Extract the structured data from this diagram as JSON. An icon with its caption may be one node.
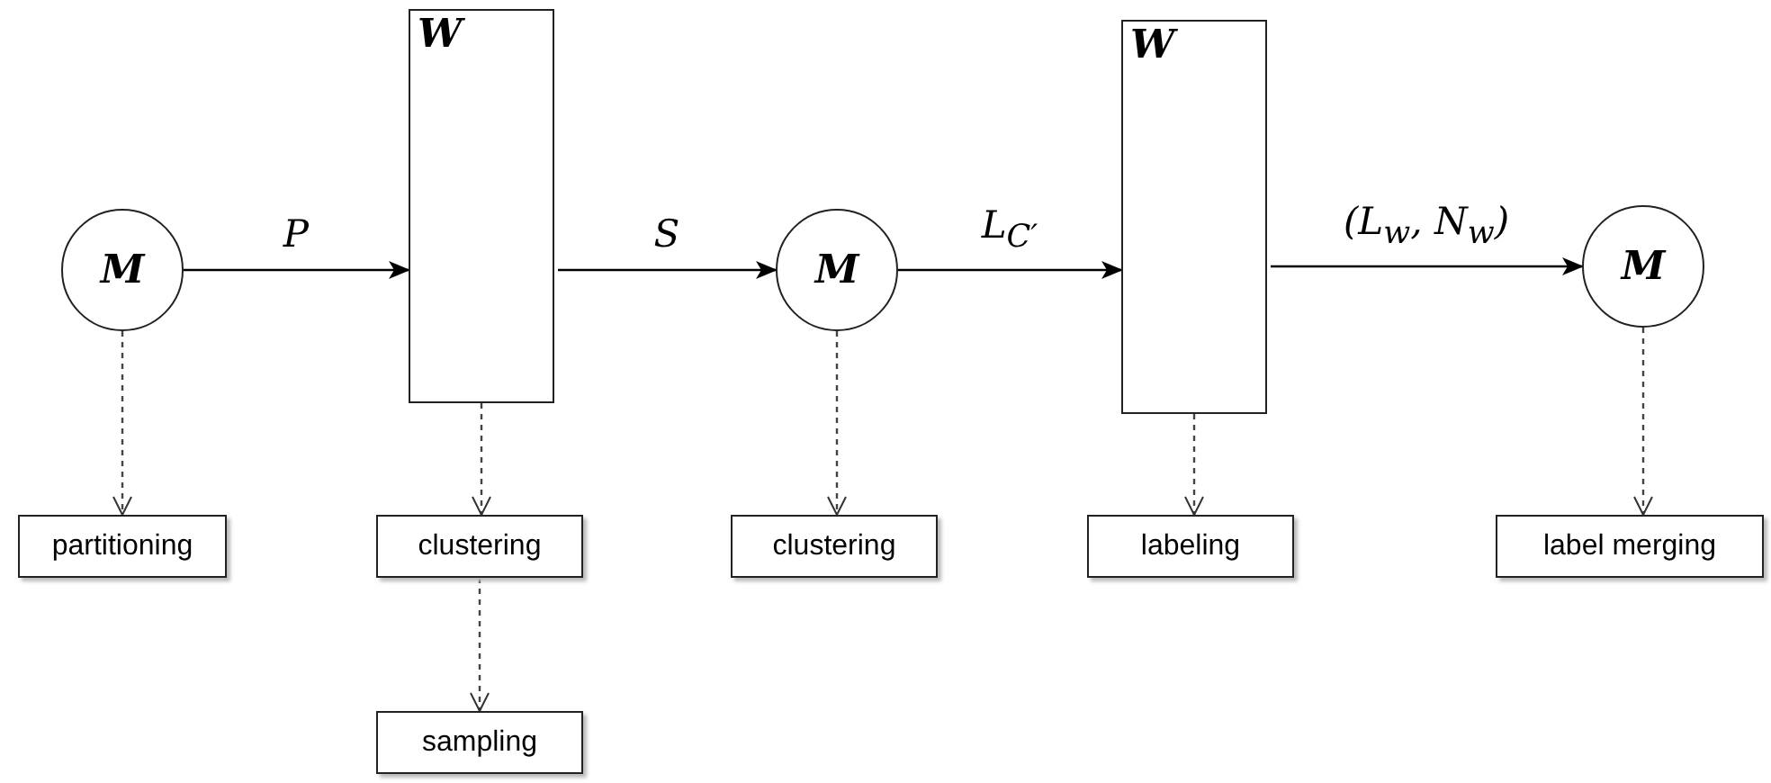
{
  "diagram": {
    "nodes": [
      {
        "text": [
          "M"
        ]
      },
      {
        "text": [
          "W"
        ]
      },
      {
        "text": [
          "M"
        ]
      },
      {
        "text": [
          "W"
        ]
      },
      {
        "text": [
          "M"
        ]
      },
      {
        "text": [
          "partitioning"
        ]
      },
      {
        "text": [
          "clustering"
        ]
      },
      {
        "text": [
          "clustering"
        ]
      },
      {
        "text": [
          "labeling"
        ]
      },
      {
        "text": [
          "label merging"
        ]
      },
      {
        "text": [
          "sampling"
        ]
      }
    ],
    "edges": [
      {
        "from": 0,
        "to": 1,
        "arrow": "to",
        "label": "P"
      },
      {
        "from": 1,
        "to": 2,
        "arrow": "to",
        "label": "S"
      },
      {
        "from": 2,
        "to": 3,
        "arrow": "to",
        "label": "L$_{C′}$"
      },
      {
        "from": 3,
        "to": 4,
        "arrow": "to",
        "label": "(L$_{w}$, N$_{w}$)"
      },
      {
        "from": 0,
        "to": 5,
        "arrow": "to",
        "style": "dashed"
      },
      {
        "from": 1,
        "to": 6,
        "arrow": "to",
        "style": "dashed"
      },
      {
        "from": 6,
        "to": 10,
        "arrow": "to",
        "style": "dashed"
      },
      {
        "from": 2,
        "to": 7,
        "arrow": "to",
        "style": "dashed"
      },
      {
        "from": 3,
        "to": 8,
        "arrow": "to",
        "style": "dashed"
      },
      {
        "from": 4,
        "to": 9,
        "arrow": "to",
        "style": "dashed"
      }
    ]
  }
}
